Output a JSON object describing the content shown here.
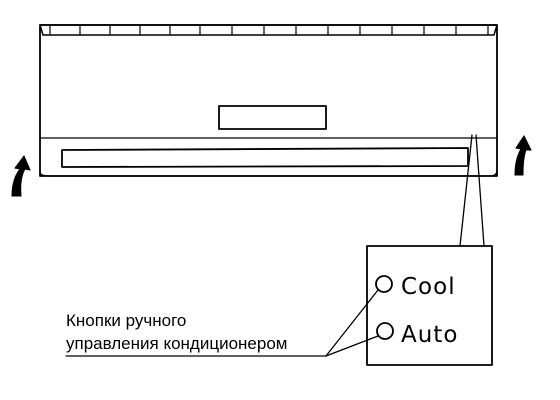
{
  "buttons": {
    "cool_label": "Cool",
    "auto_label": "Auto"
  },
  "callout": {
    "line1": "Кнопки ручного",
    "line2": "управления кондиционером"
  },
  "icons": {
    "left_arrow": "airflow-up-arrow-icon",
    "right_arrow": "airflow-up-arrow-icon"
  },
  "colors": {
    "stroke": "#000000",
    "background": "#ffffff"
  }
}
